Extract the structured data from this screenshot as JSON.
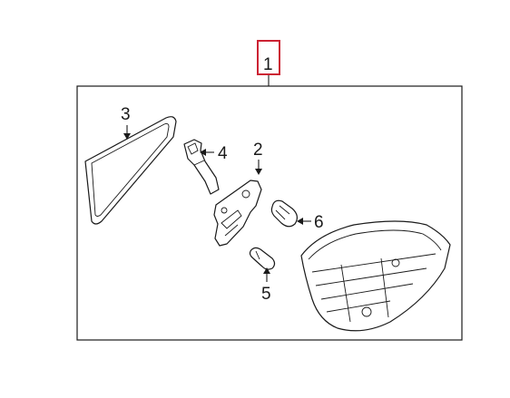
{
  "diagram": {
    "callouts": {
      "assembly": "1",
      "socket": "2",
      "gasket": "3",
      "bracket": "4",
      "small_bulb": "5",
      "large_bulb": "6"
    },
    "highlight_color": "#cc2233",
    "line_color": "#1a1a1a"
  }
}
